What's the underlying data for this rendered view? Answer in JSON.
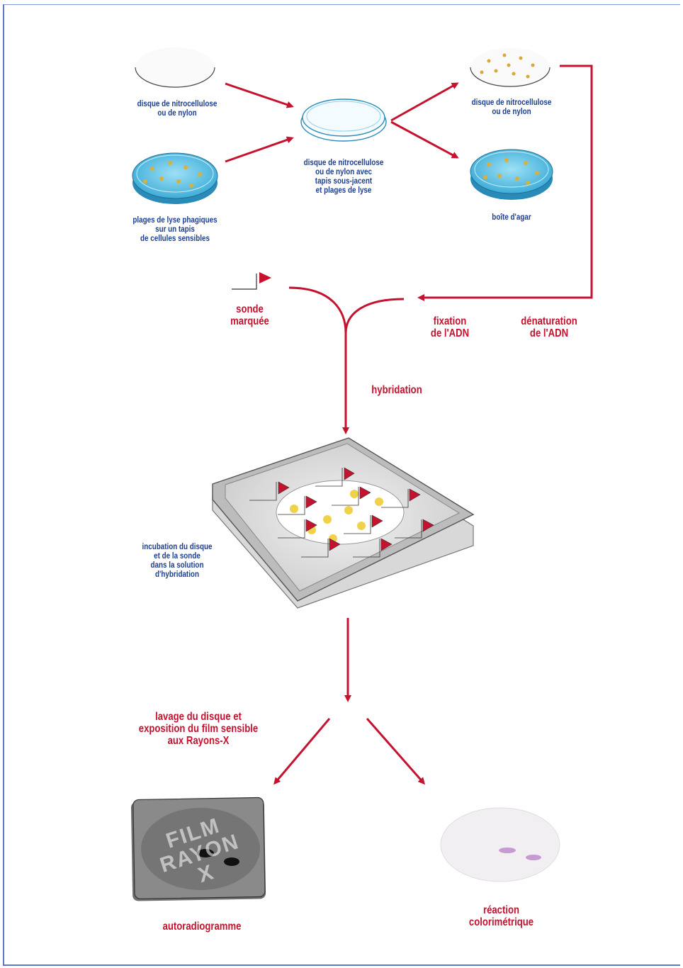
{
  "labels": {
    "disk_top_left": "disque de nitrocellulose\nou de nylon",
    "lysis_plates": "plages de lyse phagiques\nsur un tapis\nde cellules sensibles",
    "center_disk": "disque de nitrocellulose\nou de nylon avec\ntapis sous-jacent\net plages de lyse",
    "disk_top_right": "disque de nitrocellulose\nou de nylon",
    "agar_box": "boîte d'agar",
    "probe": "sonde\nmarquée",
    "fixation": "fixation\nde l'ADN",
    "denaturation": "dénaturation\nde l'ADN",
    "hybridization": "hybridation",
    "incubation": "incubation du disque\net de la sonde\ndans la solution\nd'hybridation",
    "washing": "lavage du disque et\nexposition du film sensible\naux Rayons-X",
    "autoradiogram": "autoradiogramme",
    "colorimetric": "réaction\ncolorimétrique",
    "film": "FILM\nRAYON X"
  },
  "colors": {
    "arrow_red": "#c4122f",
    "label_blue": "#1d3f8f",
    "agar_blue": "#5fc3e8",
    "colony_yellow": "#e8b82a",
    "frame_blue": "#5b79c7"
  }
}
